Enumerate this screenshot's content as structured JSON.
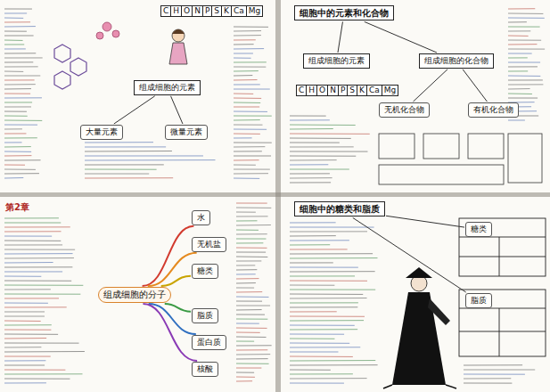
{
  "diagram": {
    "nodes": [
      {
        "text": [
          "组成细胞的元素"
        ]
      },
      {
        "text": [
          "大量元素"
        ]
      },
      {
        "text": [
          "微量元素"
        ]
      },
      {
        "text": [
          "细胞中的元素和化合物"
        ]
      },
      {
        "text": [
          "组成细胞的元素"
        ]
      },
      {
        "text": [
          "组成细胞的化合物"
        ]
      },
      {
        "text": [
          "无机化合物"
        ]
      },
      {
        "text": [
          "有机化合物"
        ]
      },
      {
        "text": [
          "组成细胞的分子"
        ]
      },
      {
        "text": [
          "水"
        ]
      },
      {
        "text": [
          "无机盐"
        ]
      },
      {
        "text": [
          "糖类"
        ]
      },
      {
        "text": [
          "脂质"
        ]
      },
      {
        "text": [
          "蛋白质"
        ]
      },
      {
        "text": [
          "核酸"
        ]
      },
      {
        "text": [
          "细胞中的糖类和脂质"
        ]
      },
      {
        "text": [
          "糖类"
        ]
      },
      {
        "text": [
          "脂质"
        ]
      }
    ],
    "edges": [
      {
        "from": 0,
        "to": 1,
        "arrow": "none"
      },
      {
        "from": 0,
        "to": 2,
        "arrow": "none"
      },
      {
        "from": 3,
        "to": 4,
        "arrow": "none"
      },
      {
        "from": 3,
        "to": 5,
        "arrow": "none"
      },
      {
        "from": 5,
        "to": 6,
        "arrow": "none"
      },
      {
        "from": 5,
        "to": 7,
        "arrow": "none"
      },
      {
        "from": 8,
        "to": 9,
        "arrow": "none"
      },
      {
        "from": 8,
        "to": 10,
        "arrow": "none"
      },
      {
        "from": 8,
        "to": 11,
        "arrow": "none"
      },
      {
        "from": 8,
        "to": 12,
        "arrow": "none"
      },
      {
        "from": 8,
        "to": 13,
        "arrow": "none"
      },
      {
        "from": 8,
        "to": 14,
        "arrow": "none"
      },
      {
        "from": 15,
        "to": 16,
        "arrow": "none"
      },
      {
        "from": 15,
        "to": 17,
        "arrow": "none"
      }
    ],
    "labels": [
      "C",
      "H",
      "O",
      "N",
      "P",
      "S",
      "K",
      "Ca",
      "Mg",
      "C",
      "H",
      "O",
      "N",
      "P",
      "S",
      "K",
      "Ca",
      "Mg",
      "第2章"
    ]
  }
}
